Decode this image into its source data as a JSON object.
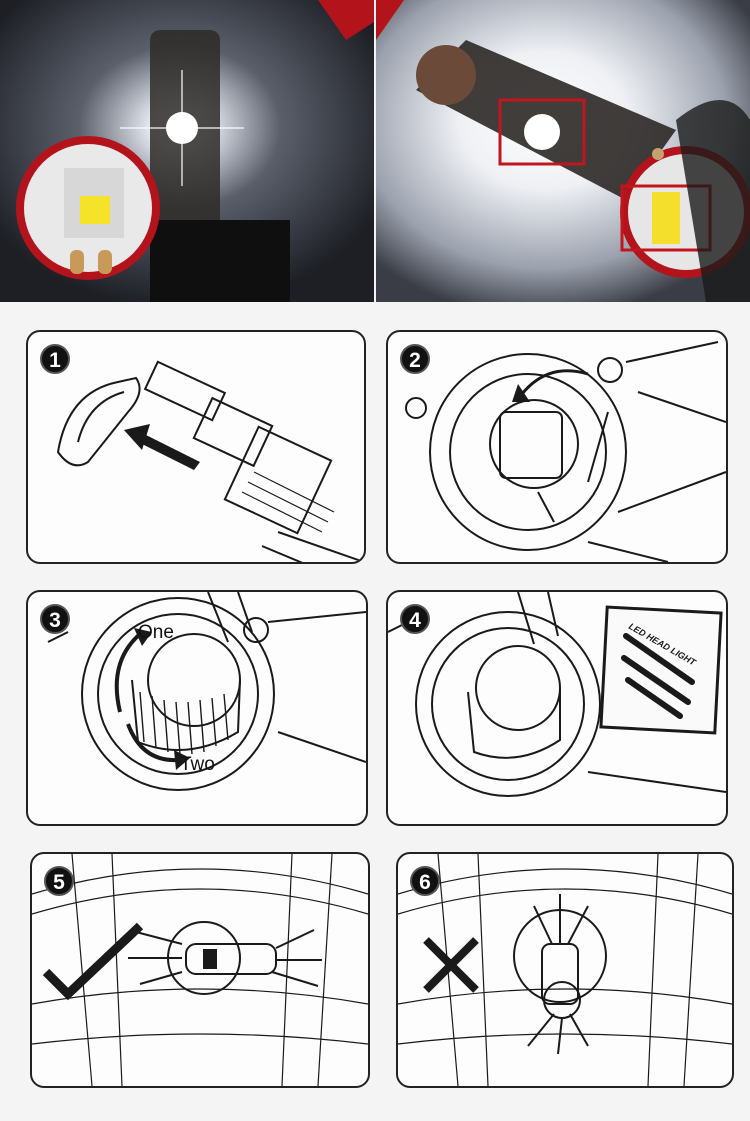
{
  "photos": [
    {
      "name": "led-bulb-closeup-left"
    },
    {
      "name": "led-bulb-closeup-right"
    }
  ],
  "steps": [
    {
      "number": "1"
    },
    {
      "number": "2"
    },
    {
      "number": "3",
      "labels": {
        "one": "One",
        "two": "Two"
      }
    },
    {
      "number": "4",
      "ballast_text": "LED HEAD LIGHT"
    },
    {
      "number": "5",
      "mark": "check-mark"
    },
    {
      "number": "6",
      "mark": "x-mark"
    }
  ],
  "colors": {
    "accent_red": "#b3141c",
    "line": "#1a1a1a",
    "panel_bg": "#fdfdfd"
  }
}
